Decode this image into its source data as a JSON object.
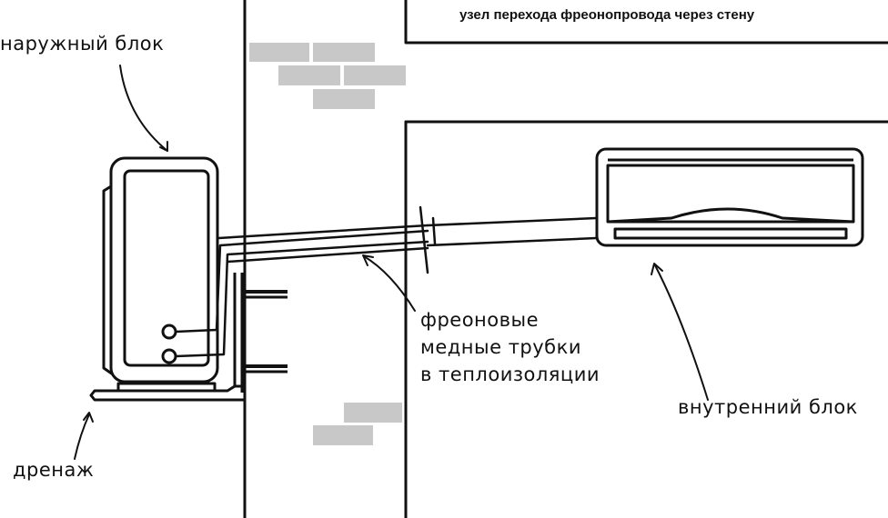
{
  "title": "узел перехода фреонопровода через стену",
  "labels": {
    "outdoor_unit": "наружный блок",
    "drain": "дренаж",
    "pipes_line1": "фреоновые",
    "pipes_line2": "медные трубки",
    "pipes_line3": "в теплоизоляции",
    "indoor_unit": "внутренний блок"
  },
  "colors": {
    "ink": "#111111",
    "brick": "#c8c8c8",
    "background": "#ffffff"
  }
}
